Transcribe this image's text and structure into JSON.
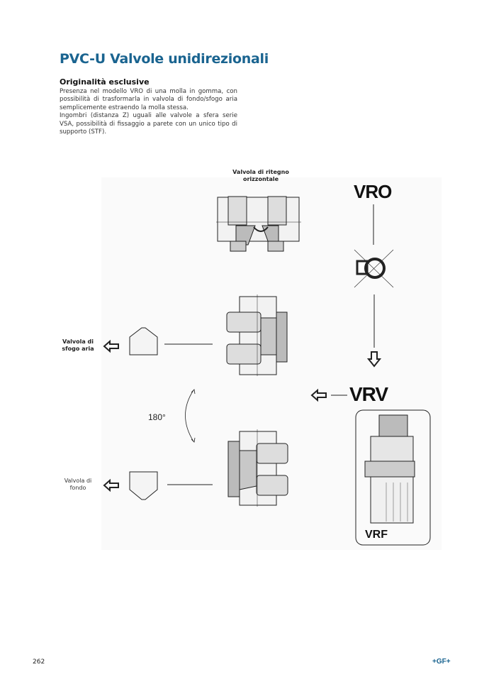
{
  "title": "PVC-U Valvole unidirezionali",
  "section": {
    "heading": "Originalità esclusive",
    "paragraphs": [
      "Presenza nel modello VRO di una molla in gomma, con possibilità di trasformarla in valvola di fondo/sfogo aria semplicemente estraendo la molla stessa.",
      "Ingombri (distanza Z) uguali alle valvole a sfera serie VSA, possibilità di fissaggio a parete con un unico tipo di supporto (STF)."
    ]
  },
  "figure": {
    "label_top": "Valvola di ritegno orizzontale",
    "label_vent": "Valvola di sfogo aria",
    "label_foot": "Valvola di fondo",
    "rotation": "180°",
    "model_vro": "VRO",
    "model_vrv": "VRV",
    "model_vrf": "VRF"
  },
  "footer": {
    "page_number": "262",
    "logo": "+GF+"
  }
}
